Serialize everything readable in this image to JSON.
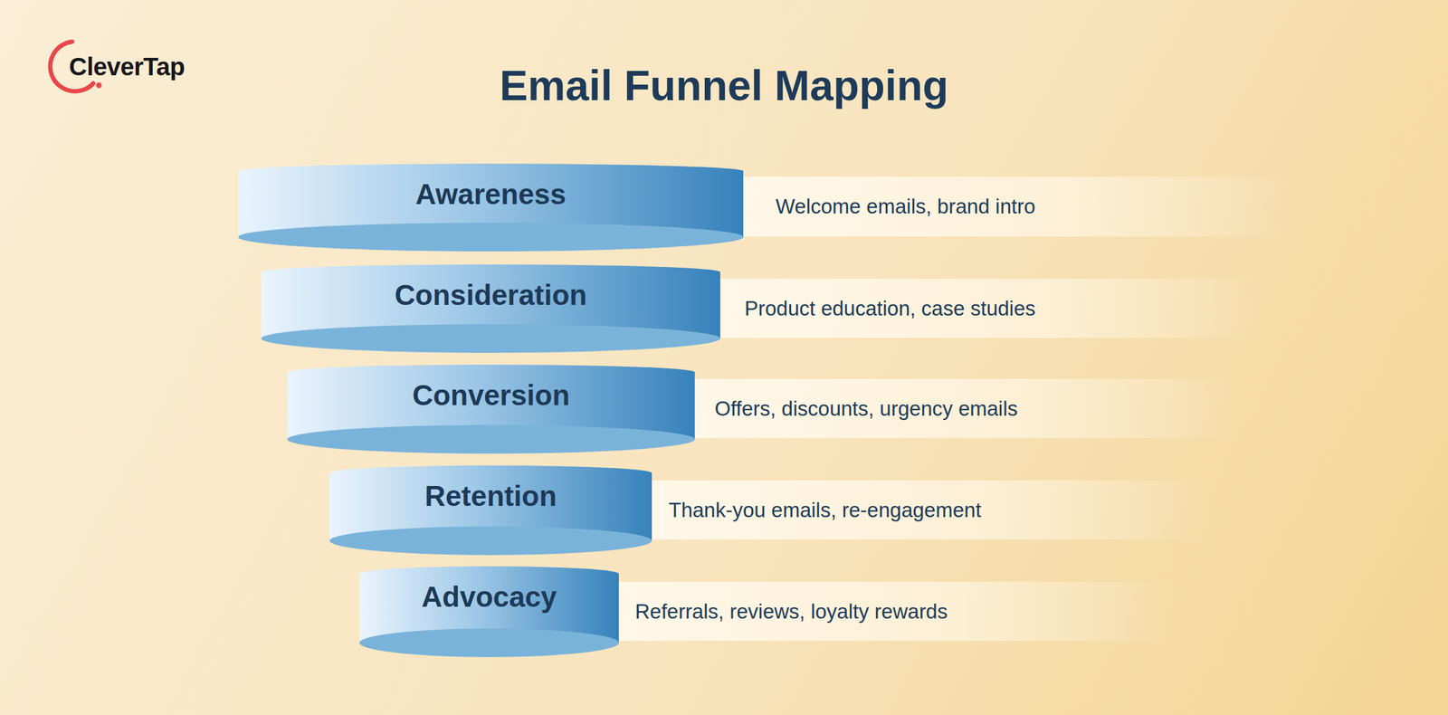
{
  "diagram": {
    "title": "Email Funnel Mapping",
    "nodes": [
      {
        "text": [
          "Awareness"
        ]
      },
      {
        "text": [
          "Welcome emails, brand intro"
        ]
      },
      {
        "text": [
          "Consideration"
        ]
      },
      {
        "text": [
          "Product education, case studies"
        ]
      },
      {
        "text": [
          "Conversion"
        ]
      },
      {
        "text": [
          "Offers, discounts, urgency emails"
        ]
      },
      {
        "text": [
          "Retention"
        ]
      },
      {
        "text": [
          "Thank-you emails, re-engagement"
        ]
      },
      {
        "text": [
          "Advocacy"
        ]
      },
      {
        "text": [
          "Referrals, reviews, loyalty rewards"
        ]
      }
    ],
    "labels": [
      "CleverTap"
    ]
  }
}
